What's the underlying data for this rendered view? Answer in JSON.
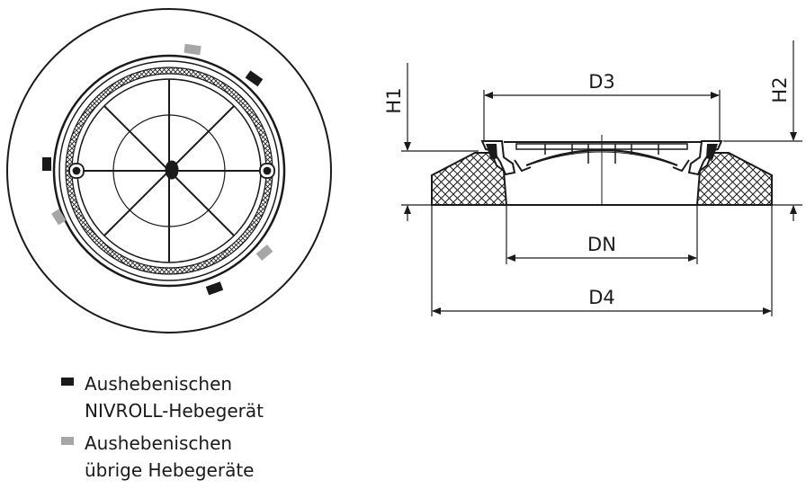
{
  "colors": {
    "line": "#1a1a1a",
    "niche_nivroll": "#1a1a1a",
    "niche_other": "#a6a6a6",
    "background": "#ffffff"
  },
  "dimensions": {
    "h1": "H1",
    "h2": "H2",
    "d3": "D3",
    "dn": "DN",
    "d4": "D4"
  },
  "legend": [
    {
      "line1": "Aushebenischen",
      "line2": "NIVROLL-Hebegerät",
      "color": "#1a1a1a"
    },
    {
      "line1": "Aushebenischen",
      "line2": "übrige Hebegeräte",
      "color": "#a6a6a6"
    }
  ]
}
